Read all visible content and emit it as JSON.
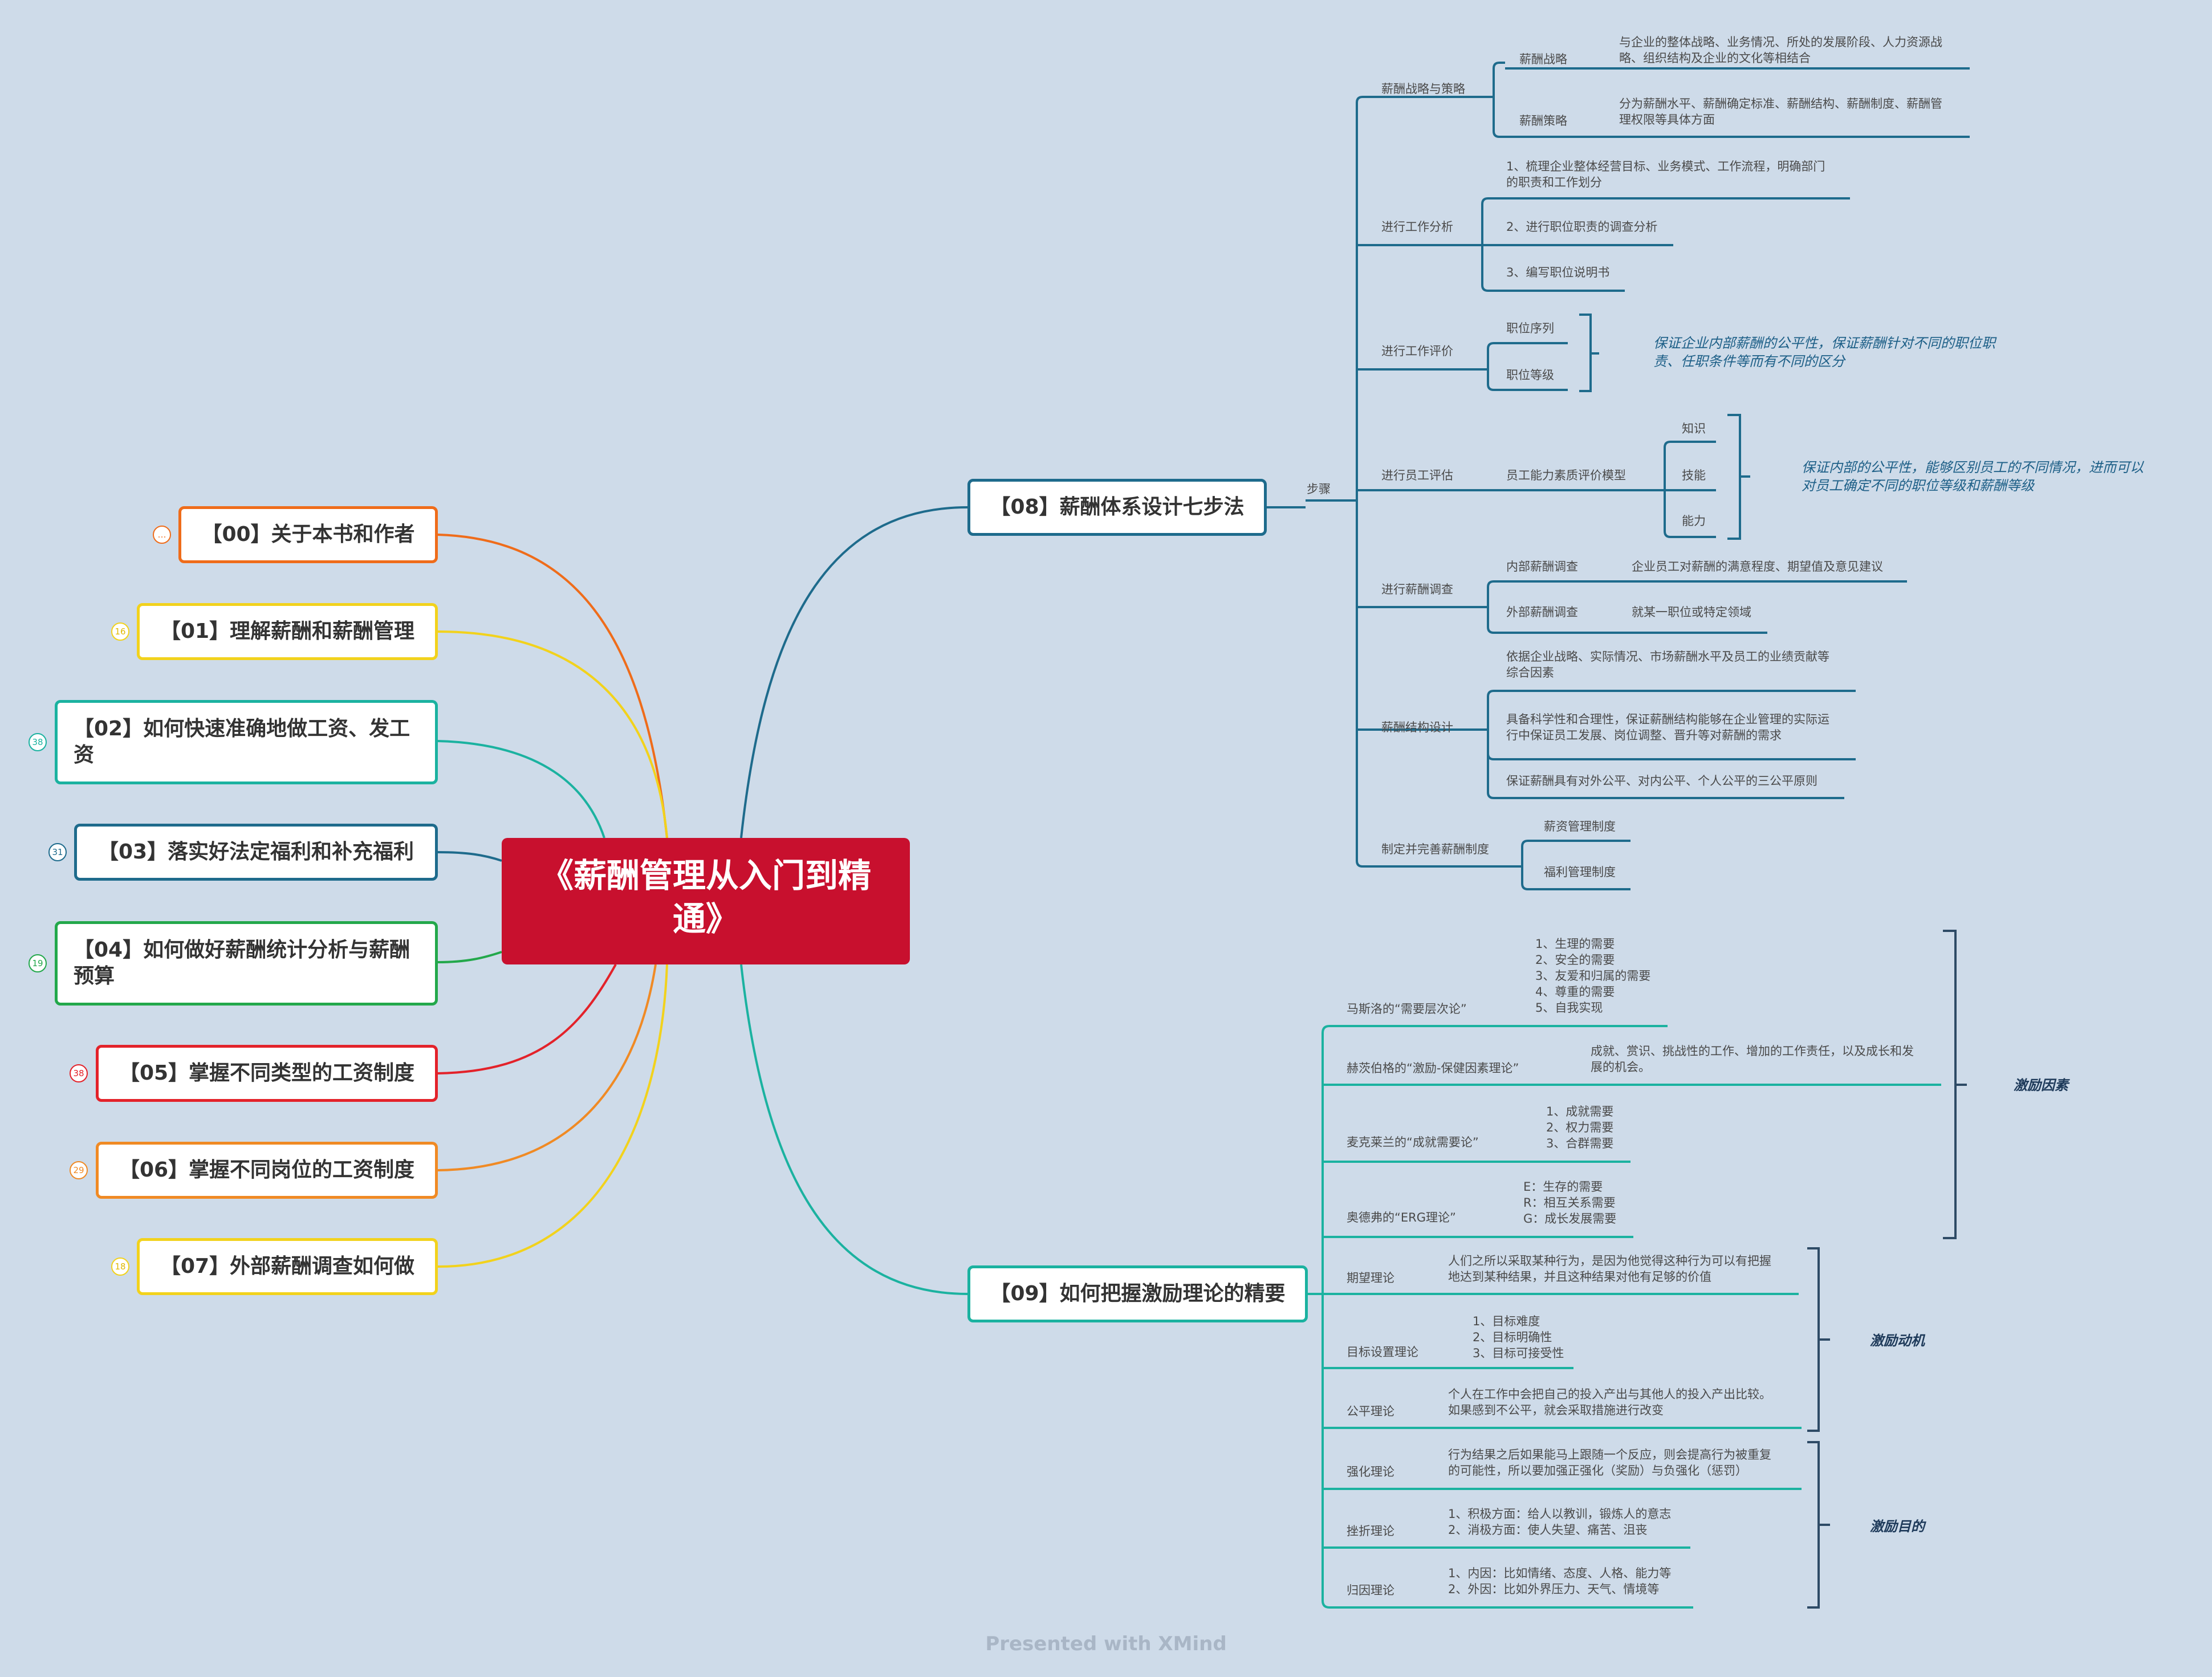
{
  "central": {
    "title_1": "《薪酬管理从入门到精",
    "title_2": "通》"
  },
  "left_topics": [
    {
      "label": "【00】关于本书和作者",
      "badge": "…",
      "color": "#ef6c1a"
    },
    {
      "label": "【01】理解薪酬和薪酬管理",
      "badge": "16",
      "color": "#f2d21c"
    },
    {
      "label": "【02】如何快速准确地做工资、发工资",
      "badge": "38",
      "color": "#1bb2a0"
    },
    {
      "label": "【03】落实好法定福利和补充福利",
      "badge": "31",
      "color": "#1e6b8c"
    },
    {
      "label": "【04】如何做好薪酬统计分析与薪酬预算",
      "badge": "19",
      "color": "#23a84b"
    },
    {
      "label": "【05】掌握不同类型的工资制度",
      "badge": "38",
      "color": "#e3222a"
    },
    {
      "label": "【06】掌握不同岗位的工资制度",
      "badge": "29",
      "color": "#f08a24"
    },
    {
      "label": "【07】外部薪酬调查如何做",
      "badge": "18",
      "color": "#f2d21c"
    }
  ],
  "topic08": {
    "label": "【08】薪酬体系设计七步法",
    "color": "#1e6b8c",
    "step_label": "步骤",
    "steps": {
      "s1": {
        "label": "薪酬战略与策略",
        "a": "薪酬战略",
        "a_desc": "与企业的整体战略、业务情况、所处的发展阶段、人力资源战\n略、组织结构及企业的文化等相结合",
        "b": "薪酬策略",
        "b_desc": "分为薪酬水平、薪酬确定标准、薪酬结构、薪酬制度、薪酬管\n理权限等具体方面"
      },
      "s2": {
        "label": "进行工作分析",
        "i1": "1、梳理企业整体经营目标、业务模式、工作流程，明确部门\n的职责和工作划分",
        "i2": "2、进行职位职责的调查分析",
        "i3": "3、编写职位说明书"
      },
      "s3": {
        "label": "进行工作评价",
        "i1": "职位序列",
        "i2": "职位等级",
        "note": "保证企业内部薪酬的公平性，保证薪酬针对不同的职位职\n责、任职条件等而有不同的区分"
      },
      "s4": {
        "label": "进行员工评估",
        "model": "员工能力素质评价模型",
        "i1": "知识",
        "i2": "技能",
        "i3": "能力",
        "note": "保证内部的公平性，能够区别员工的不同情况，进而可以\n对员工确定不同的职位等级和薪酬等级"
      },
      "s5": {
        "label": "进行薪酬调查",
        "a": "内部薪酬调查",
        "a_desc": "企业员工对薪酬的满意程度、期望值及意见建议",
        "b": "外部薪酬调查",
        "b_desc": "就某一职位或特定领域"
      },
      "s6": {
        "label": "薪酬结构设计",
        "i1": "依据企业战略、实际情况、市场薪酬水平及员工的业绩贡献等\n综合因素",
        "i2": "具备科学性和合理性，保证薪酬结构能够在企业管理的实际运\n行中保证员工发展、岗位调整、晋升等对薪酬的需求",
        "i3": "保证薪酬具有对外公平、对内公平、个人公平的三公平原则"
      },
      "s7": {
        "label": "制定并完善薪酬制度",
        "i1": "薪资管理制度",
        "i2": "福利管理制度"
      }
    }
  },
  "topic09": {
    "label": "【09】如何把握激励理论的精要",
    "color": "#1bb2a0",
    "theories": {
      "t1": {
        "label": "马斯洛的“需要层次论”",
        "desc": "1、生理的需要\n2、安全的需要\n3、友爱和归属的需要\n4、尊重的需要\n5、自我实现"
      },
      "t2": {
        "label": "赫茨伯格的“激励-保健因素理论”",
        "desc": "成就、赏识、挑战性的工作、增加的工作责任，以及成长和发\n展的机会。"
      },
      "t3": {
        "label": "麦克莱兰的“成就需要论”",
        "desc": "1、成就需要\n2、权力需要\n3、合群需要"
      },
      "t4": {
        "label": "奥德弗的“ERG理论”",
        "desc": "E：生存的需要\nR：相互关系需要\nG：成长发展需要"
      },
      "t5": {
        "label": "期望理论",
        "desc": "人们之所以采取某种行为，是因为他觉得这种行为可以有把握\n地达到某种结果，并且这种结果对他有足够的价值"
      },
      "t6": {
        "label": "目标设置理论",
        "desc": "1、目标难度\n2、目标明确性\n3、目标可接受性"
      },
      "t7": {
        "label": "公平理论",
        "desc": "个人在工作中会把自己的投入产出与其他人的投入产出比较。\n如果感到不公平，就会采取措施进行改变"
      },
      "t8": {
        "label": "强化理论",
        "desc": "行为结果之后如果能马上跟随一个反应，则会提高行为被重复\n的可能性，所以要加强正强化（奖励）与负强化（惩罚）"
      },
      "t9": {
        "label": "挫折理论",
        "desc": "1、积极方面：给人以教训，锻炼人的意志\n2、消极方面：使人失望、痛苦、沮丧"
      },
      "t10": {
        "label": "归因理论",
        "desc": "1、内因：比如情绪、态度、人格、能力等\n2、外因：比如外界压力、天气、情境等"
      }
    },
    "summaries": {
      "a": "激励因素",
      "b": "激励动机",
      "c": "激励目的"
    }
  },
  "footer": "Presented with XMind"
}
